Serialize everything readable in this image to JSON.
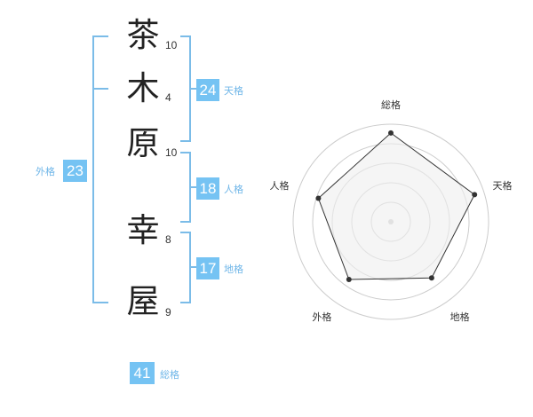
{
  "name": {
    "chars": [
      "茶",
      "木",
      "原",
      "幸",
      "屋"
    ],
    "strokes": [
      "10",
      "4",
      "10",
      "8",
      "9"
    ]
  },
  "kaku": {
    "tenkaku": {
      "value": "24",
      "label": "天格"
    },
    "jinkaku": {
      "value": "18",
      "label": "人格"
    },
    "chikaku": {
      "value": "17",
      "label": "地格"
    },
    "gaikaku": {
      "value": "23",
      "label": "外格"
    },
    "soukaku": {
      "value": "41",
      "label": "総格"
    }
  },
  "radar": {
    "axes": [
      "総格",
      "天格",
      "地格",
      "外格",
      "人格"
    ],
    "values": [
      0.91,
      0.9,
      0.71,
      0.73,
      0.78
    ],
    "line_color": "#333333",
    "fill_color": "#eeeeee",
    "ring_color": "#cccccc"
  },
  "colors": {
    "accent": "#75c3f3",
    "bracket": "#7bbce8",
    "label": "#6fb6e8"
  }
}
